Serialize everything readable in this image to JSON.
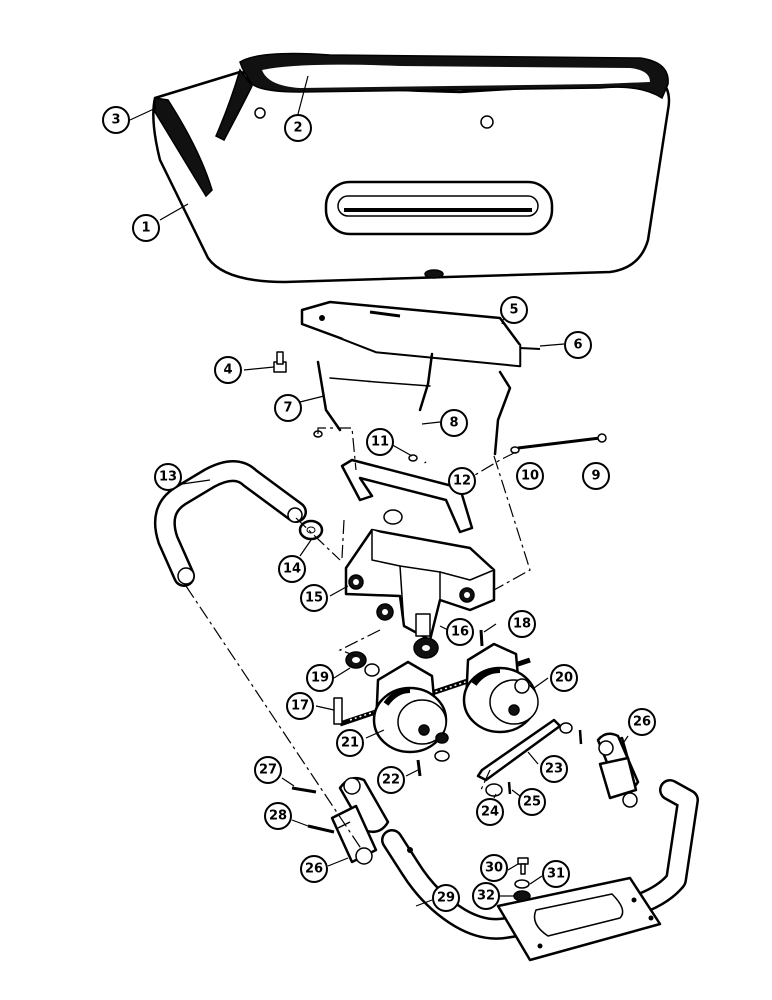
{
  "diagram": {
    "callouts": [
      {
        "id": "c1",
        "label": "1"
      },
      {
        "id": "c2",
        "label": "2"
      },
      {
        "id": "c3",
        "label": "3"
      },
      {
        "id": "c4",
        "label": "4"
      },
      {
        "id": "c5",
        "label": "5"
      },
      {
        "id": "c6",
        "label": "6"
      },
      {
        "id": "c7",
        "label": "7"
      },
      {
        "id": "c8",
        "label": "8"
      },
      {
        "id": "c9",
        "label": "9"
      },
      {
        "id": "c10",
        "label": "10"
      },
      {
        "id": "c11",
        "label": "11"
      },
      {
        "id": "c12",
        "label": "12"
      },
      {
        "id": "c13",
        "label": "13"
      },
      {
        "id": "c14",
        "label": "14"
      },
      {
        "id": "c15",
        "label": "15"
      },
      {
        "id": "c16",
        "label": "16"
      },
      {
        "id": "c17",
        "label": "17"
      },
      {
        "id": "c18",
        "label": "18"
      },
      {
        "id": "c19",
        "label": "19"
      },
      {
        "id": "c20",
        "label": "20"
      },
      {
        "id": "c21",
        "label": "21"
      },
      {
        "id": "c22",
        "label": "22"
      },
      {
        "id": "c23",
        "label": "23"
      },
      {
        "id": "c24",
        "label": "24"
      },
      {
        "id": "c25",
        "label": "25"
      },
      {
        "id": "c26a",
        "label": "26"
      },
      {
        "id": "c26b",
        "label": "26"
      },
      {
        "id": "c27",
        "label": "27"
      },
      {
        "id": "c28",
        "label": "28"
      },
      {
        "id": "c29",
        "label": "29"
      },
      {
        "id": "c30",
        "label": "30"
      },
      {
        "id": "c31",
        "label": "31"
      },
      {
        "id": "c32",
        "label": "32"
      }
    ]
  }
}
